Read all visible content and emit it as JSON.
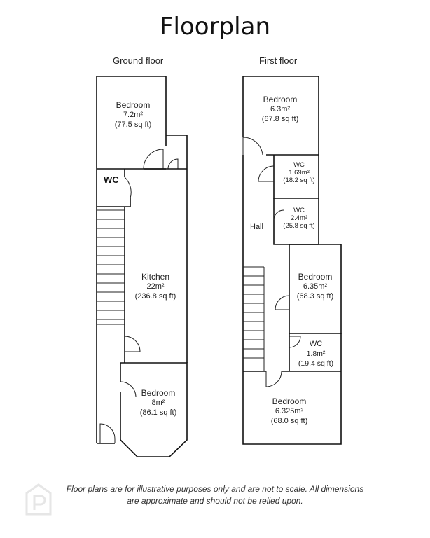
{
  "title": "Floorplan",
  "floors": {
    "ground": {
      "label": "Ground floor",
      "rooms": {
        "bedroom_top": {
          "name": "Bedroom",
          "area_m2": "7.2m²",
          "area_sqft": "(77.5 sq ft)"
        },
        "wc": {
          "name": "WC"
        },
        "kitchen": {
          "name": "Kitchen",
          "area_m2": "22m²",
          "area_sqft": "(236.8 sq ft)"
        },
        "bedroom_bottom": {
          "name": "Bedroom",
          "area_m2": "8m²",
          "area_sqft": "(86.1 sq ft)"
        }
      }
    },
    "first": {
      "label": "First floor",
      "rooms": {
        "bedroom_top": {
          "name": "Bedroom",
          "area_m2": "6.3m²",
          "area_sqft": "(67.8 sq ft)"
        },
        "wc1": {
          "name": "WC",
          "area_m2": "1.69m²",
          "area_sqft": "(18.2 sq ft)"
        },
        "wc2": {
          "name": "WC",
          "area_m2": "2.4m²",
          "area_sqft": "(25.8 sq ft)"
        },
        "hall": {
          "name": "Hall"
        },
        "bedroom_mid": {
          "name": "Bedroom",
          "area_m2": "6.35m²",
          "area_sqft": "(68.3 sq ft)"
        },
        "wc3": {
          "name": "WC",
          "area_m2": "1.8m²",
          "area_sqft": "(19.4 sq ft)"
        },
        "bedroom_bottom": {
          "name": "Bedroom",
          "area_m2": "6.325m²",
          "area_sqft": "(68.0 sq ft)"
        }
      }
    }
  },
  "disclaimer": "Floor plans are for illustrative purposes only and are not to scale. All dimensions are approximate and should not be relied upon.",
  "colors": {
    "wall": "#111111",
    "text": "#222222",
    "background": "#ffffff",
    "watermark": "#e6e6e6"
  }
}
